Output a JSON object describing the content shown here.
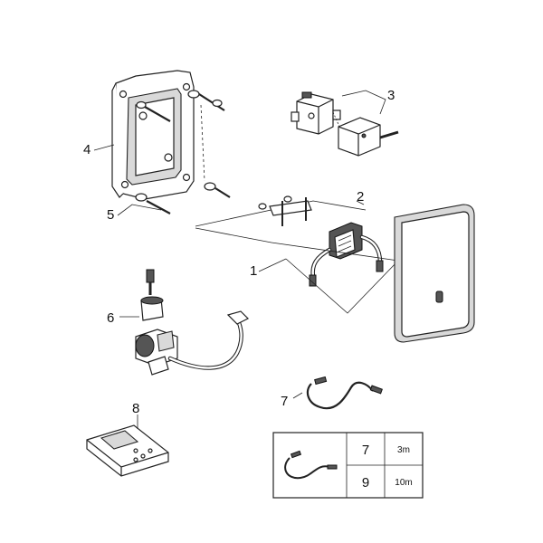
{
  "callouts": {
    "c1": "1",
    "c2": "2",
    "c3": "3",
    "c4": "4",
    "c5": "5",
    "c6": "6",
    "c7": "7",
    "c8": "8"
  },
  "table": {
    "rows": [
      {
        "item": "7",
        "length": "3m"
      },
      {
        "item": "9",
        "length": "10m"
      }
    ]
  }
}
